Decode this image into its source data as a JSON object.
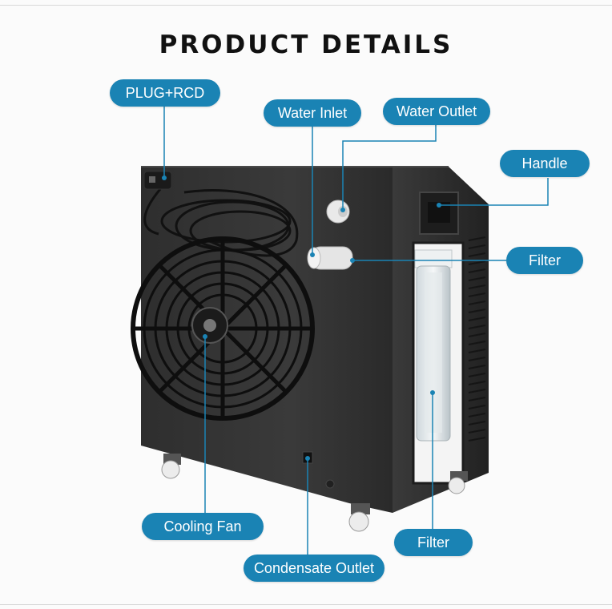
{
  "title": "PRODUCT DETAILS",
  "labels": {
    "plug_rcd": "PLUG+RCD",
    "water_inlet": "Water Inlet",
    "water_outlet": "Water Outlet",
    "handle": "Handle",
    "filter_top": "Filter",
    "cooling_fan": "Cooling Fan",
    "filter_bottom": "Filter",
    "condensate_outlet": "Condensate Outlet"
  },
  "colors": {
    "accent": "#1a83b4",
    "machine": "#2b2b2b"
  }
}
